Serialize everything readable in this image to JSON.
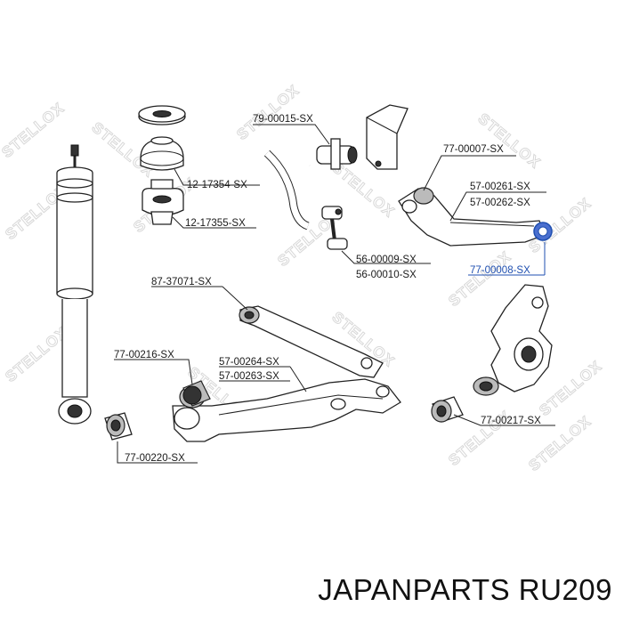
{
  "watermark": "STELLOX",
  "labels": {
    "p79_00015": "79-00015-SX",
    "p77_00007": "77-00007-SX",
    "p57_00261": "57-00261-SX",
    "p57_00262": "57-00262-SX",
    "p77_00008": "77-00008-SX",
    "p12_17354": "12-17354-SX",
    "p12_17355": "12-17355-SX",
    "p56_00009": "56-00009-SX",
    "p56_00010": "56-00010-SX",
    "p87_37071": "87-37071-SX",
    "p77_00216": "77-00216-SX",
    "p57_00264": "57-00264-SX",
    "p57_00263": "57-00263-SX",
    "p77_00217": "77-00217-SX",
    "p77_00220": "77-00220-SX"
  },
  "footer": {
    "text": "JAPANPARTS RU209"
  },
  "colors": {
    "highlight": "#1f4fb0",
    "ink": "#1a1a1a"
  }
}
